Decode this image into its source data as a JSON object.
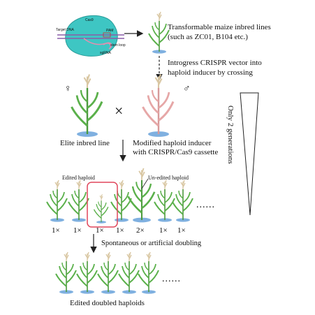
{
  "labels": {
    "cas9": "Cas9",
    "target_dna": "Target DNA",
    "pam": "PAM",
    "sgrna": "sgRNA",
    "stem_loop": "stem loop",
    "transformable_line1": "Transformable maize inbred lines",
    "transformable_line2": "(such as ZC01, B104 etc.)",
    "introgress_line1": "Introgress CRISPR vector into",
    "introgress_line2": "haploid inducer by crossing",
    "female_symbol": "♀",
    "male_symbol": "♂",
    "cross_symbol": "×",
    "elite_inbred": "Elite inbred line",
    "inducer_line1": "Modified haploid inducer",
    "inducer_line2": "with CRISPR/Cas9 cassette",
    "generations": "Only 2 generations",
    "edited_haploid": "Edited haploid",
    "unedited_haploid": "Un-edited haploid",
    "doubling": "Spontaneous or artificial doubling",
    "edited_doubled": "Edited doubled haploids",
    "ellipsis": "......"
  },
  "multipliers": [
    "1×",
    "1×",
    "1×",
    "1×",
    "2×",
    "1×",
    "1×"
  ],
  "colors": {
    "cas9_fill": "#3ec6c3",
    "plant_green": "#5ab04a",
    "plant_pink": "#e6a7a7",
    "tassel": "#d9c7a3",
    "pot": "#7fb0e0",
    "highlight_box": "#e0475c"
  }
}
